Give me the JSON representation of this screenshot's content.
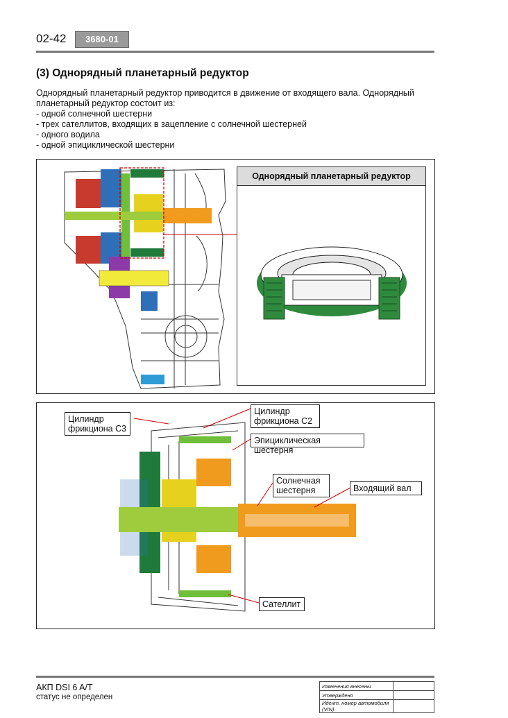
{
  "header": {
    "page_number": "02-42",
    "doc_code": "3680-01"
  },
  "section": {
    "title": "(3) Однорядный планетарный редуктор",
    "intro_lines": [
      "Однорядный планетарный редуктор приводится в движение от входящего вала. Однорядный",
      "планетарный редуктор состоит из:",
      "-  одной солнечной шестерни",
      "-  трех сателлитов, входящих в зацепление с солнечной шестерней",
      "-  одного водила",
      "-  одной эпициклической шестерни"
    ]
  },
  "figure1": {
    "detail_title": "Однорядный планетарный редуктор"
  },
  "figure2": {
    "callouts": {
      "c3": [
        "Цилиндр",
        "фрикциона C3"
      ],
      "c2": [
        "Цилиндр",
        "фрикциона C2"
      ],
      "ring": [
        "Эпициклическая шестерня"
      ],
      "sun": [
        "Солнечная",
        "шестерня"
      ],
      "input": [
        "Входящий вал"
      ],
      "planet": [
        "Сателлит"
      ]
    }
  },
  "footer": {
    "title": "АКП DSI 6 A/T",
    "status": "статус не определен",
    "approval_rows": [
      "Изменения внесены",
      "Утверждено",
      "Идент. номер автомобиля (VIN)"
    ]
  }
}
